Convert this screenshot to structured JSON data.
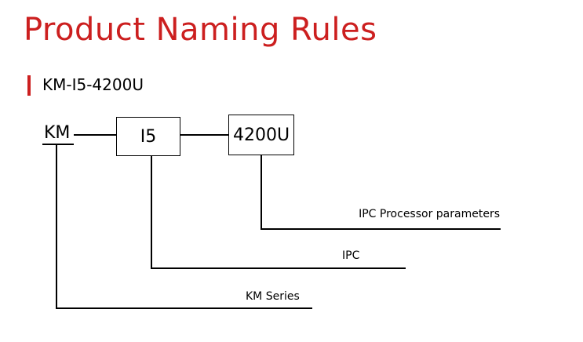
{
  "title": "Product Naming Rules",
  "model": "KM-I5-4200U",
  "segments": {
    "series_code": "KM",
    "cpu_code": "I5",
    "processor_code": "4200U"
  },
  "legend": {
    "processor": "IPC Processor parameters",
    "ipc": "IPC",
    "series": "KM Series"
  },
  "colors": {
    "accent": "#cc1f1f"
  }
}
